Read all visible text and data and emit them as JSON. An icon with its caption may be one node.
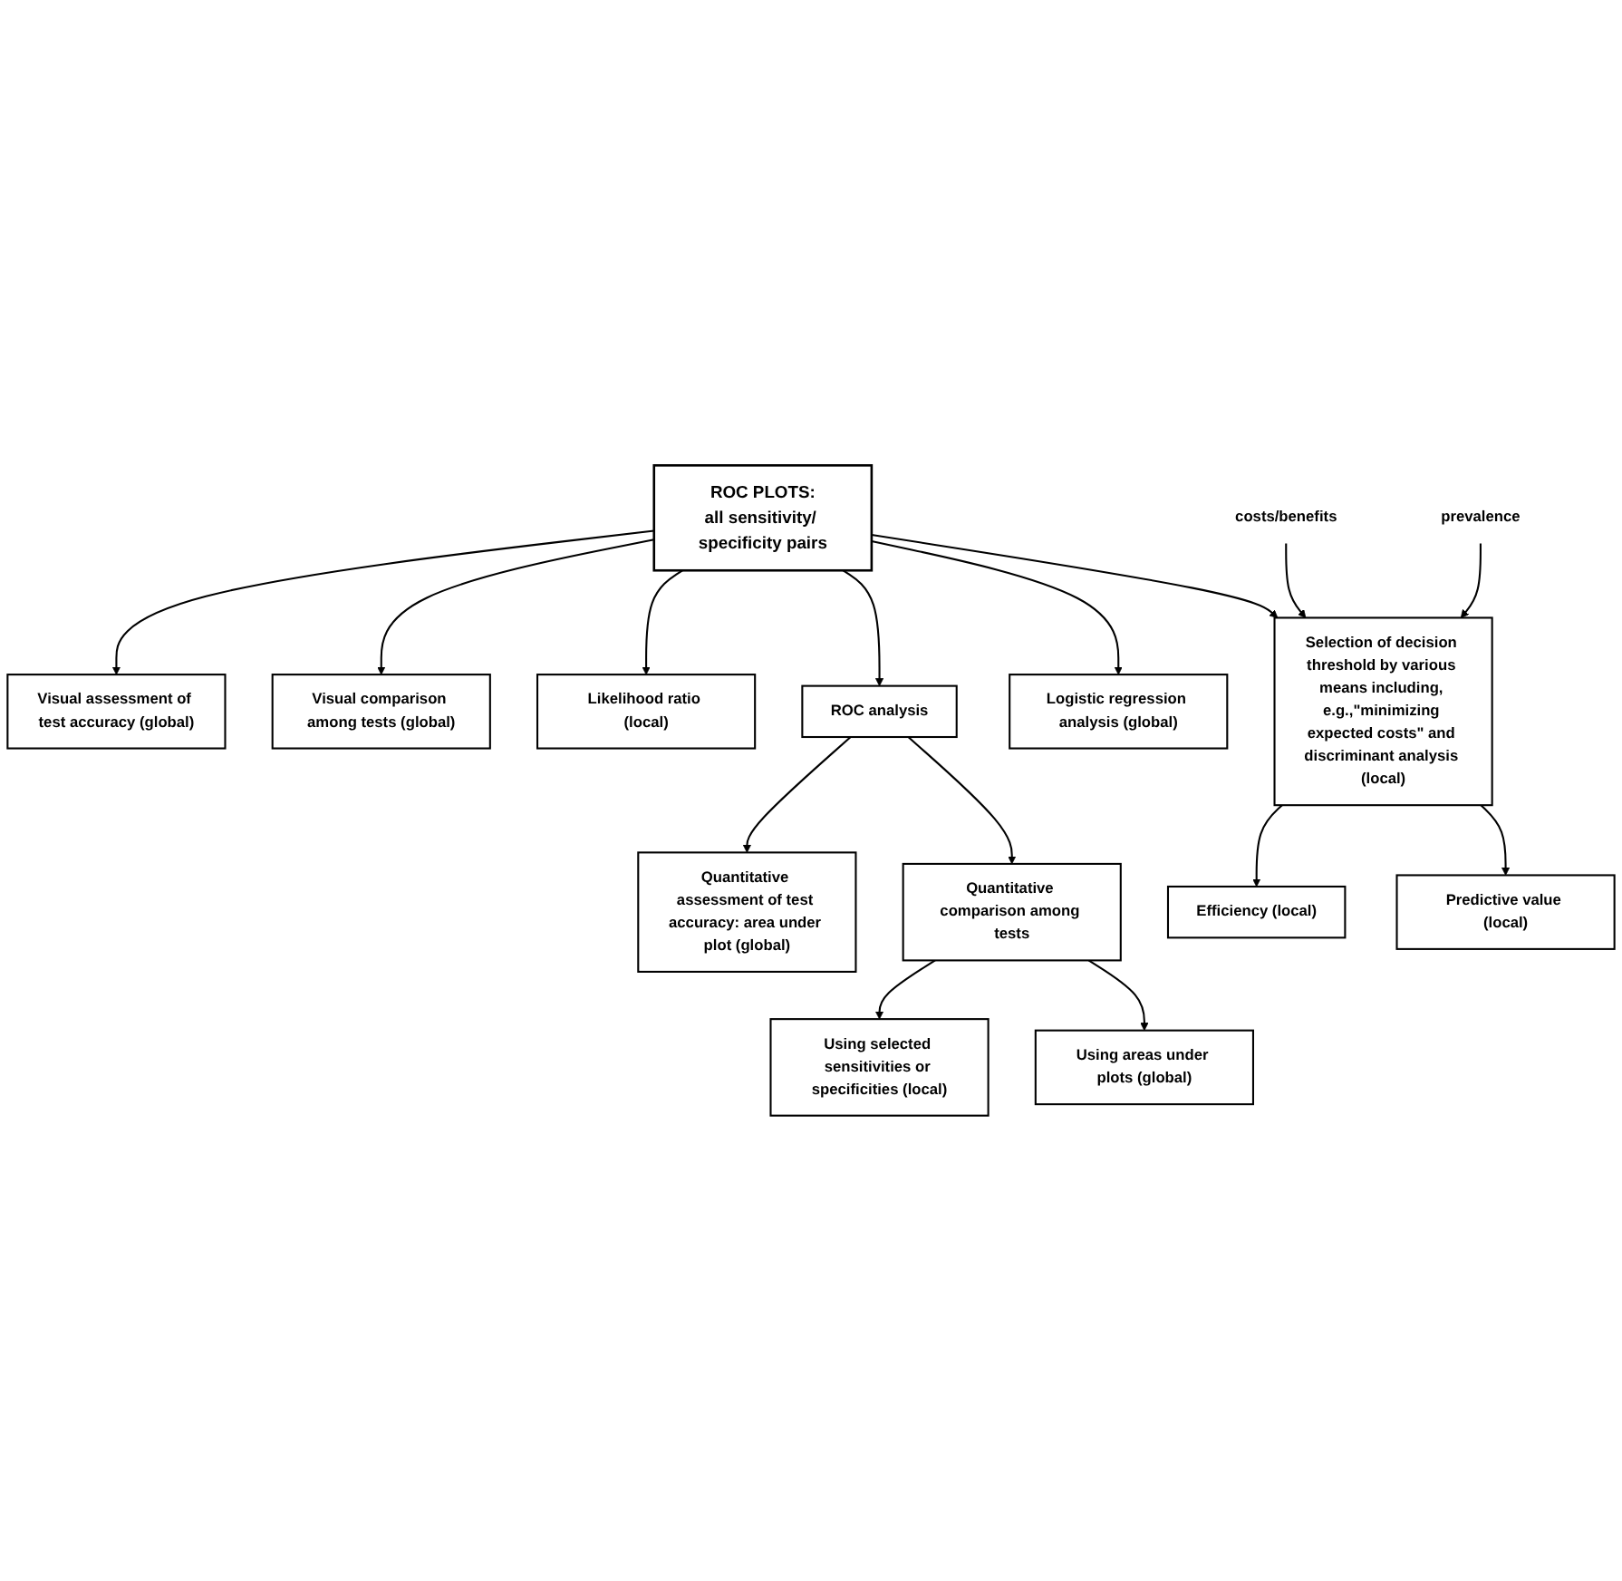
{
  "diagram": {
    "nodes": [
      {
        "text": [
          "Visual assessment of test accuracy (global)"
        ]
      },
      {
        "text": [
          "Visual comparison among tests (global)"
        ]
      },
      {
        "text": [
          "Quantitative assessment of test accuracy: area under plot (global)"
        ]
      },
      {
        "text": [
          "ROC PLOTS:",
          "all sensitivity/ specificity pairs"
        ]
      },
      {
        "text": [
          "Likelihood ratio (local)"
        ]
      },
      {
        "text": [
          "ROC analysis"
        ]
      },
      {
        "text": [
          "Quantitative comparison among tests"
        ]
      },
      {
        "text": [
          "Logistic regression analysis (global)"
        ]
      },
      {
        "text": [
          "costs/benefits"
        ]
      },
      {
        "text": [
          "prevalence"
        ]
      },
      {
        "text": [
          "Using selected sensitivities or specificities (local)"
        ]
      },
      {
        "text": [
          "Using areas under plots (global)"
        ]
      },
      {
        "text": [
          "Selection of decision threshold by various means including, e.g.,\"minimizing expected costs\" and discriminant analysis (local)"
        ]
      },
      {
        "text": [
          "Efficiency (local)"
        ]
      },
      {
        "text": [
          "Predictive value (local)"
        ]
      }
    ],
    "edges": [
      {
        "from": 3,
        "to": 0,
        "arrow": "to"
      },
      {
        "from": 3,
        "to": 1,
        "arrow": "to"
      },
      {
        "from": 3,
        "to": 4,
        "arrow": "to"
      },
      {
        "from": 3,
        "to": 5,
        "arrow": "to"
      },
      {
        "from": 3,
        "to": 7,
        "arrow": "to"
      },
      {
        "from": 3,
        "to": 12,
        "arrow": "to"
      },
      {
        "from": 5,
        "to": 2,
        "arrow": "to"
      },
      {
        "from": 5,
        "to": 6,
        "arrow": "to"
      },
      {
        "from": 6,
        "to": 10,
        "arrow": "to"
      },
      {
        "from": 6,
        "to": 11,
        "arrow": "to"
      },
      {
        "from": 8,
        "to": 12,
        "arrow": "to"
      },
      {
        "from": 9,
        "to": 12,
        "arrow": "to"
      },
      {
        "from": 12,
        "to": 13,
        "arrow": "to"
      },
      {
        "from": 12,
        "to": 14,
        "arrow": "to"
      }
    ]
  }
}
